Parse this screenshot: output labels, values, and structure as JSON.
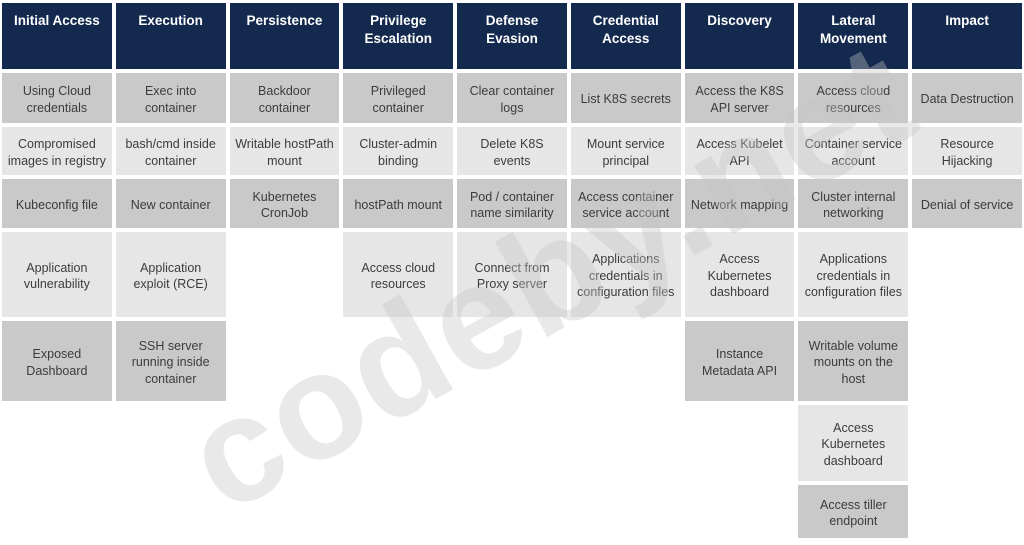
{
  "title": "Kubernetes threat matrix",
  "watermark": "codeby.net",
  "colors": {
    "header_bg": "#13294e",
    "header_text": "#ffffff",
    "cell_dark": "#c9c9c9",
    "cell_light": "#e6e6e6",
    "cell_text": "#3c3c3c"
  },
  "matrix": {
    "columns": [
      {
        "title": "Initial Access",
        "techniques": [
          "Using Cloud credentials",
          "Compromised images in registry",
          "Kubeconfig file",
          "Application vulnerability",
          "Exposed Dashboard"
        ]
      },
      {
        "title": "Execution",
        "techniques": [
          "Exec into container",
          "bash/cmd inside container",
          "New container",
          "Application exploit (RCE)",
          "SSH server running inside container"
        ]
      },
      {
        "title": "Persistence",
        "techniques": [
          "Backdoor container",
          "Writable hostPath mount",
          "Kubernetes CronJob"
        ]
      },
      {
        "title": "Privilege Escalation",
        "techniques": [
          "Privileged container",
          "Cluster-admin binding",
          "hostPath mount",
          "Access cloud resources"
        ]
      },
      {
        "title": "Defense Evasion",
        "techniques": [
          "Clear container logs",
          "Delete K8S events",
          "Pod / container name similarity",
          "Connect from Proxy server"
        ]
      },
      {
        "title": "Credential Access",
        "techniques": [
          "List K8S secrets",
          "Mount service principal",
          "Access container service account",
          "Applications credentials in configuration files"
        ]
      },
      {
        "title": "Discovery",
        "techniques": [
          "Access the K8S API server",
          "Access Kubelet API",
          "Network mapping",
          "Access Kubernetes dashboard",
          "Instance Metadata API"
        ]
      },
      {
        "title": "Lateral Movement",
        "techniques": [
          "Access cloud resources",
          "Container service account",
          "Cluster internal networking",
          "Applications credentials in configuration files",
          "Writable volume mounts on the host",
          "Access Kubernetes dashboard",
          "Access tiller endpoint"
        ]
      },
      {
        "title": "Impact",
        "techniques": [
          "Data Destruction",
          "Resource Hijacking",
          "Denial of service"
        ]
      }
    ]
  }
}
